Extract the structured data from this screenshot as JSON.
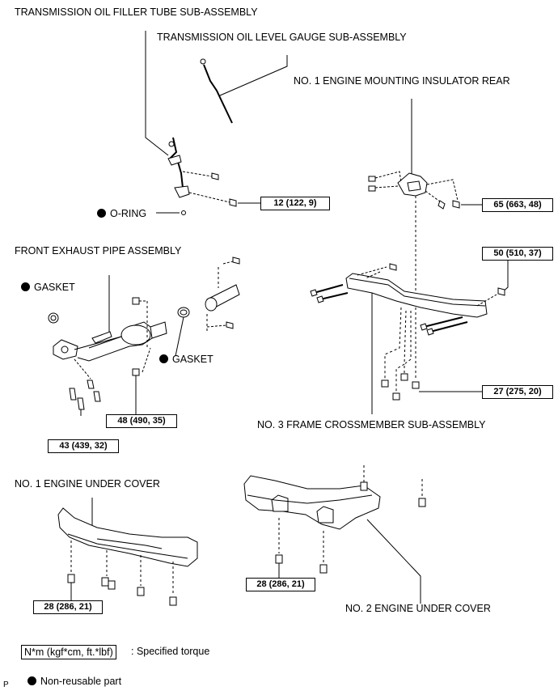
{
  "labels": {
    "filler_tube": "TRANSMISSION OIL FILLER TUBE SUB-ASSEMBLY",
    "level_gauge": "TRANSMISSION OIL LEVEL GAUGE SUB-ASSEMBLY",
    "mount_insulator": "NO. 1 ENGINE MOUNTING INSULATOR REAR",
    "o_ring": "O-RING",
    "exhaust_pipe": "FRONT EXHAUST PIPE ASSEMBLY",
    "gasket_left": "GASKET",
    "gasket_right": "GASKET",
    "crossmember": "NO. 3 FRAME CROSSMEMBER SUB-ASSEMBLY",
    "under_cover_1": "NO. 1 ENGINE UNDER COVER",
    "under_cover_2": "NO. 2 ENGINE UNDER COVER"
  },
  "torques": {
    "filler_tube_bolt": "12 (122, 9)",
    "mount_insulator_bolt": "65 (663, 48)",
    "crossmember_nut": "50 (510, 37)",
    "crossmember_bolt": "27 (275, 20)",
    "exhaust_nut": "48 (490, 35)",
    "exhaust_stud": "43 (439, 32)",
    "under_cover_1_bolt": "28 (286, 21)",
    "under_cover_2_bolt": "28 (286, 21)"
  },
  "legend": {
    "torque_unit": "N*m (kgf*cm, ft.*lbf)",
    "torque_desc": ": Specified torque",
    "non_reusable": "Non-reusable part"
  },
  "corner_mark": "P"
}
